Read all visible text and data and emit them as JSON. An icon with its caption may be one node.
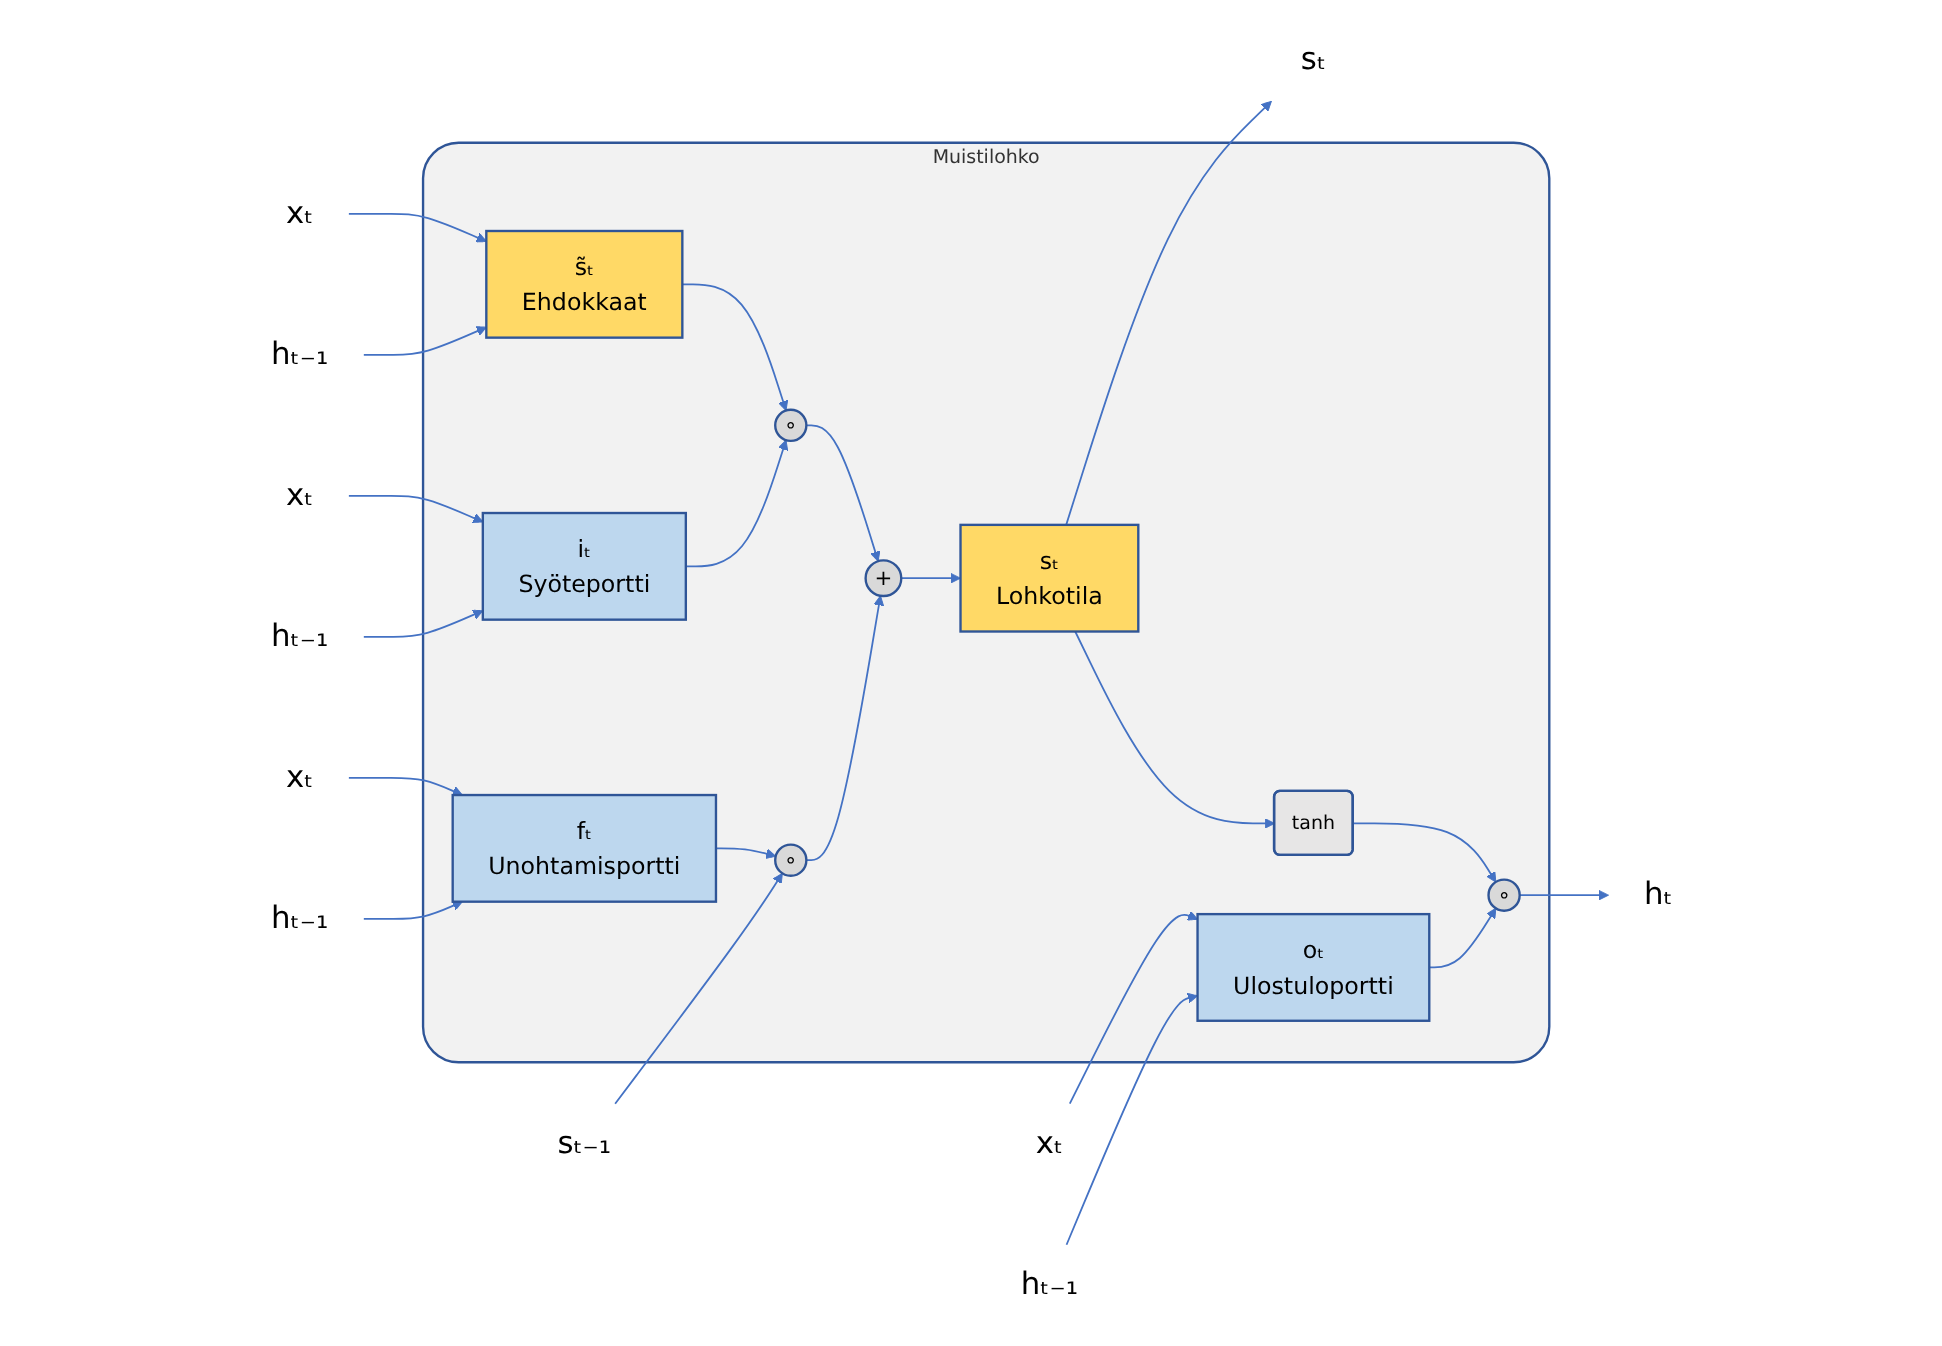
{
  "diagram": {
    "nodes": [
      {
        "text": [
          "xₜ"
        ]
      },
      {
        "text": [
          "hₜ₋₁"
        ]
      },
      {
        "text": [
          "xₜ"
        ]
      },
      {
        "text": [
          "hₜ₋₁"
        ]
      },
      {
        "text": [
          "Muistilohko"
        ]
      },
      {
        "text": [
          "s̃ₜ",
          "Ehdokkaat"
        ],
        "in": 4
      },
      {
        "text": [
          "iₜ",
          "Syöteportti"
        ],
        "in": 4
      },
      {
        "text": [
          "∘"
        ],
        "in": 4
      },
      {
        "text": [
          "sₜ₋₁"
        ]
      },
      {
        "text": [
          "∘"
        ],
        "in": 4
      },
      {
        "text": [
          "+"
        ],
        "in": 4
      },
      {
        "text": [
          "sₜ",
          "Lohkotila"
        ],
        "in": 4
      },
      {
        "text": [
          "sₜ"
        ]
      },
      {
        "text": [
          "tanh"
        ],
        "in": 4
      },
      {
        "text": [
          "fₜ",
          "Unohtamisportti"
        ],
        "in": 4
      },
      {
        "text": [
          "oₜ",
          "Ulostuloportti"
        ],
        "in": 4
      },
      {
        "text": [
          "∘"
        ],
        "in": 4
      },
      {
        "text": [
          "hₜ"
        ]
      },
      {
        "text": [
          "xₜ"
        ]
      },
      {
        "text": [
          "hₜ₋₁"
        ]
      },
      {
        "text": [
          "xₜ"
        ]
      },
      {
        "text": [
          "hₜ₋₁"
        ]
      }
    ],
    "edges": [
      {
        "from": 0,
        "to": 5,
        "arrow": "to"
      },
      {
        "from": 1,
        "to": 5,
        "arrow": "to"
      },
      {
        "from": 2,
        "to": 6,
        "arrow": "to"
      },
      {
        "from": 3,
        "to": 6,
        "arrow": "to"
      },
      {
        "from": 5,
        "to": 7,
        "arrow": "to"
      },
      {
        "from": 6,
        "to": 7,
        "arrow": "to"
      },
      {
        "from": 7,
        "to": 10,
        "arrow": "to"
      },
      {
        "from": 8,
        "to": 9,
        "arrow": "to"
      },
      {
        "from": 9,
        "to": 10,
        "arrow": "to"
      },
      {
        "from": 10,
        "to": 11,
        "arrow": "to"
      },
      {
        "from": 11,
        "to": 12,
        "arrow": "to"
      },
      {
        "from": 11,
        "to": 13,
        "arrow": "to"
      },
      {
        "from": 13,
        "to": 16,
        "arrow": "to"
      },
      {
        "from": 14,
        "to": 9,
        "arrow": "to"
      },
      {
        "from": 15,
        "to": 16,
        "arrow": "to"
      },
      {
        "from": 16,
        "to": 17,
        "arrow": "to"
      },
      {
        "from": 18,
        "to": 14,
        "arrow": "to"
      },
      {
        "from": 19,
        "to": 14,
        "arrow": "to"
      },
      {
        "from": 20,
        "to": 15,
        "arrow": "to"
      },
      {
        "from": 21,
        "to": 15,
        "arrow": "to"
      }
    ]
  }
}
